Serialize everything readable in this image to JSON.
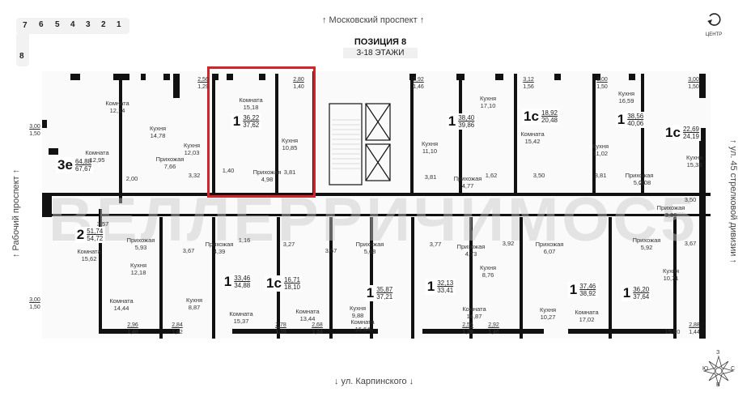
{
  "section_selector": {
    "top_row": [
      "7",
      "6",
      "5",
      "4",
      "3",
      "2",
      "1"
    ],
    "side": [
      "8"
    ]
  },
  "streets": {
    "top": "↑ Московский проспект ↑",
    "bottom": "↓ ул. Карпинского ↓",
    "left": "↑ Рабочий проспект ↑",
    "right": "↑ ул. 45 стрелковой дивизии ↑"
  },
  "header": {
    "title": "ПОЗИЦИЯ 8",
    "floors": "3-18 ЭТАЖИ"
  },
  "center_button": {
    "label": "ЦЕНТР",
    "icon": "recenter-icon"
  },
  "compass": {
    "n": "З",
    "s": "В",
    "w": "Ю",
    "e": "С"
  },
  "watermark": "ВЕЛЛЕРРИЧИМОС5",
  "colors": {
    "highlight": "#d3242c",
    "wall": "#111111",
    "floor": "#f4f4f4"
  },
  "apartments": [
    {
      "id": "a1",
      "rooms": "3е",
      "area_living": "64,88",
      "area_total": "67,67",
      "highlighted": false
    },
    {
      "id": "a2",
      "rooms": "1",
      "area_living": "36,22",
      "area_total": "37,62",
      "highlighted": true
    },
    {
      "id": "a3",
      "rooms": "1",
      "area_living": "38,40",
      "area_total": "39,86",
      "highlighted": false
    },
    {
      "id": "a4",
      "rooms": "1с",
      "area_living": "18,92",
      "area_total": "20,48",
      "highlighted": false
    },
    {
      "id": "a5",
      "rooms": "1",
      "area_living": "38,56",
      "area_total": "40,06",
      "highlighted": false
    },
    {
      "id": "a6",
      "rooms": "1с",
      "area_living": "22,69",
      "area_total": "24,19",
      "highlighted": false
    },
    {
      "id": "a7",
      "rooms": "2",
      "area_living": "51,74",
      "area_total": "54,72",
      "highlighted": false
    },
    {
      "id": "a8",
      "rooms": "1",
      "area_living": "33,46",
      "area_total": "34,88",
      "highlighted": false
    },
    {
      "id": "a9",
      "rooms": "1с",
      "area_living": "16,71",
      "area_total": "18,10",
      "highlighted": false
    },
    {
      "id": "a10",
      "rooms": "1",
      "area_living": "35,87",
      "area_total": "37,21",
      "highlighted": false
    },
    {
      "id": "a11",
      "rooms": "1",
      "area_living": "32,13",
      "area_total": "33,41",
      "highlighted": false
    },
    {
      "id": "a12",
      "rooms": "1",
      "area_living": "37,46",
      "area_total": "38,92",
      "highlighted": false
    },
    {
      "id": "a13",
      "rooms": "1",
      "area_living": "36,20",
      "area_total": "37,64",
      "highlighted": false
    }
  ],
  "rooms": [
    {
      "name": "Комната",
      "area": "12,14"
    },
    {
      "name": "Кухня",
      "area": "14,78"
    },
    {
      "name": "Комната",
      "area": "12,95"
    },
    {
      "name": "",
      "area": "2,00"
    },
    {
      "name": "Кухня",
      "area": "12,03"
    },
    {
      "name": "Прихожая",
      "area": "7,66"
    },
    {
      "name": "",
      "area": "3,32"
    },
    {
      "name": "Комната",
      "area": "15,18"
    },
    {
      "name": "Кухня",
      "area": "10,85"
    },
    {
      "name": "",
      "area": "1,40"
    },
    {
      "name": "Прихожая",
      "area": "4,98"
    },
    {
      "name": "",
      "area": "3,81"
    },
    {
      "name": "Кухня",
      "area": "11,10"
    },
    {
      "name": "",
      "area": "3,81"
    },
    {
      "name": "Прихожая",
      "area": "4,77"
    },
    {
      "name": "",
      "area": "1,62"
    },
    {
      "name": "Кухня",
      "area": "17,10"
    },
    {
      "name": "Комната",
      "area": "15,42"
    },
    {
      "name": "",
      "area": "3,50"
    },
    {
      "name": "Кухня",
      "area": "11,02"
    },
    {
      "name": "",
      "area": "3,81"
    },
    {
      "name": "Прихожая",
      "area": "5,06"
    },
    {
      "name": "",
      "area": "2,08"
    },
    {
      "name": "Кухня",
      "area": "16,59"
    },
    {
      "name": "Кухня",
      "area": "15,33"
    },
    {
      "name": "",
      "area": "3,50"
    },
    {
      "name": "Прихожая",
      "area": "3,86"
    },
    {
      "name": "",
      "area": "3,57"
    },
    {
      "name": "Прихожая",
      "area": "5,93"
    },
    {
      "name": "Комната",
      "area": "15,62"
    },
    {
      "name": "Кухня",
      "area": "12,18"
    },
    {
      "name": "Комната",
      "area": "14,44"
    },
    {
      "name": "",
      "area": "3,67"
    },
    {
      "name": "Кухня",
      "area": "8,87"
    },
    {
      "name": "Прихожая",
      "area": "4,39"
    },
    {
      "name": "",
      "area": "1,16"
    },
    {
      "name": "Комната",
      "area": "15,37"
    },
    {
      "name": "",
      "area": "3,27"
    },
    {
      "name": "Комната",
      "area": "13,44"
    },
    {
      "name": "",
      "area": "3,67"
    },
    {
      "name": "Прихожая",
      "area": "5,68"
    },
    {
      "name": "Кухня",
      "area": "9,88"
    },
    {
      "name": "Комната",
      "area": "16,64"
    },
    {
      "name": "",
      "area": "3,77"
    },
    {
      "name": "Комната",
      "area": "14,87"
    },
    {
      "name": "Прихожая",
      "area": "4,73"
    },
    {
      "name": "Кухня",
      "area": "8,76"
    },
    {
      "name": "",
      "area": "3,92"
    },
    {
      "name": "Прихожая",
      "area": "6,07"
    },
    {
      "name": "Кухня",
      "area": "10,27"
    },
    {
      "name": "Комната",
      "area": "17,02"
    },
    {
      "name": "Прихожая",
      "area": "5,92"
    },
    {
      "name": "",
      "area": "3,67"
    },
    {
      "name": "Кухня",
      "area": "10,71"
    },
    {
      "name": "",
      "area": "15,90"
    }
  ],
  "balconies": [
    {
      "full": "3,00",
      "reduced": "1,50"
    },
    {
      "full": "2,56",
      "reduced": "1,29"
    },
    {
      "full": "2,80",
      "reduced": "1,40"
    },
    {
      "full": "2,92",
      "reduced": "1,46"
    },
    {
      "full": "3,12",
      "reduced": "1,56"
    },
    {
      "full": "3,00",
      "reduced": "1,50"
    },
    {
      "full": "3,00",
      "reduced": "1,50"
    },
    {
      "full": "3,00",
      "reduced": "1,50"
    },
    {
      "full": "2,96",
      "reduced": "1,48"
    },
    {
      "full": "2,84",
      "reduced": "1,42"
    },
    {
      "full": "2,78",
      "reduced": "1,39"
    },
    {
      "full": "2,68",
      "reduced": "1,34"
    },
    {
      "full": "2,56",
      "reduced": "1,28"
    },
    {
      "full": "2,92",
      "reduced": "1,46"
    },
    {
      "full": "2,88",
      "reduced": "1,44"
    }
  ]
}
